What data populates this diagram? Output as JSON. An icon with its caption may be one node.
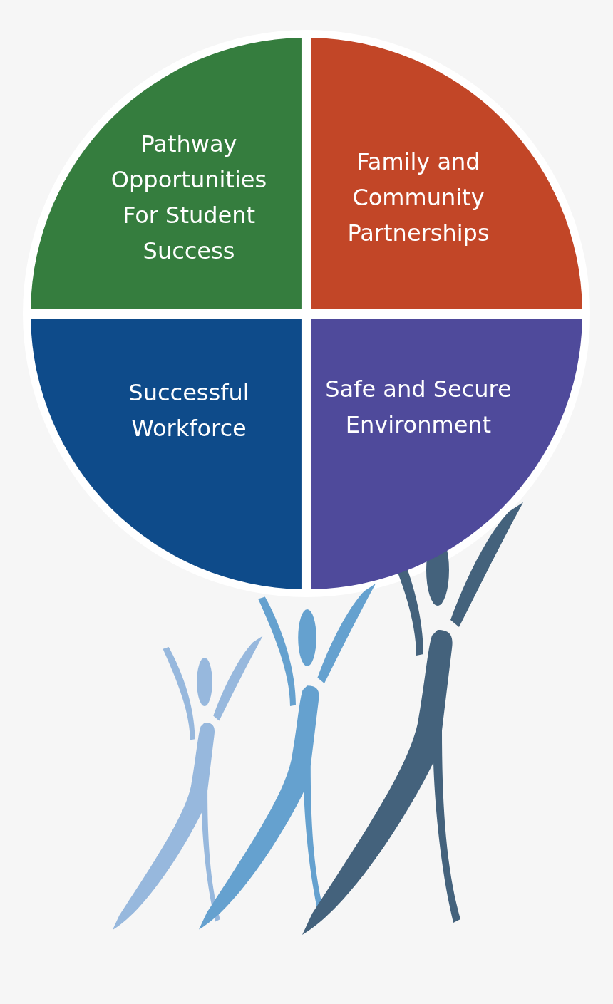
{
  "diagram": {
    "nodes": [
      {
        "text": [
          "Pathway Opportunities For Student Success"
        ]
      },
      {
        "text": [
          "Family and Community Partnerships"
        ]
      },
      {
        "text": [
          "Successful Workforce"
        ]
      },
      {
        "text": [
          "Safe and Secure Environment"
        ]
      }
    ]
  }
}
